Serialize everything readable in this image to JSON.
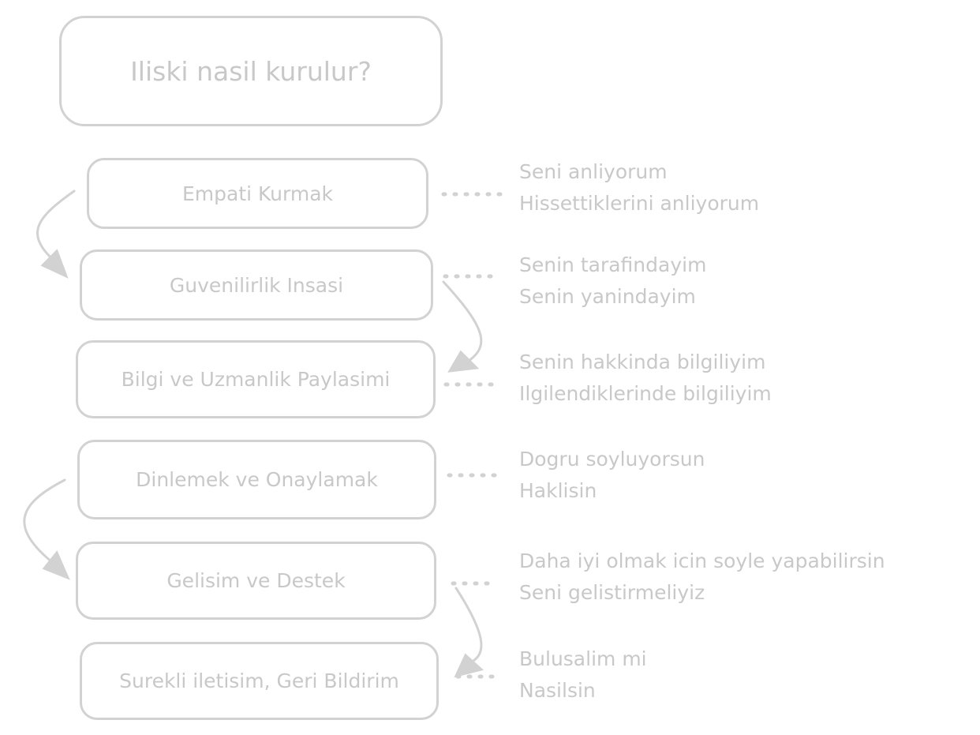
{
  "title": "Iliski nasil kurulur?",
  "steps": [
    {
      "label": "Empati Kurmak",
      "notes": [
        "Seni anliyorum",
        "Hissettiklerini anliyorum"
      ]
    },
    {
      "label": "Guvenilirlik Insasi",
      "notes": [
        "Senin tarafindayim",
        "Senin yanindayim"
      ]
    },
    {
      "label": "Bilgi ve Uzmanlik Paylasimi",
      "notes": [
        "Senin hakkinda bilgiliyim",
        "Ilgilendiklerinde bilgiliyim"
      ]
    },
    {
      "label": "Dinlemek ve Onaylamak",
      "notes": [
        "Dogru soyluyorsun",
        "Haklisin"
      ]
    },
    {
      "label": "Gelisim ve Destek",
      "notes": [
        "Daha iyi olmak icin soyle yapabilirsin",
        "Seni gelistirmeliyiz"
      ]
    },
    {
      "label": "Surekli iletisim, Geri Bildirim",
      "notes": [
        "Bulusalim mi",
        "Nasilsin"
      ]
    }
  ],
  "colors": {
    "stroke": "#d2d2d2",
    "text": "#c8c8c8"
  }
}
